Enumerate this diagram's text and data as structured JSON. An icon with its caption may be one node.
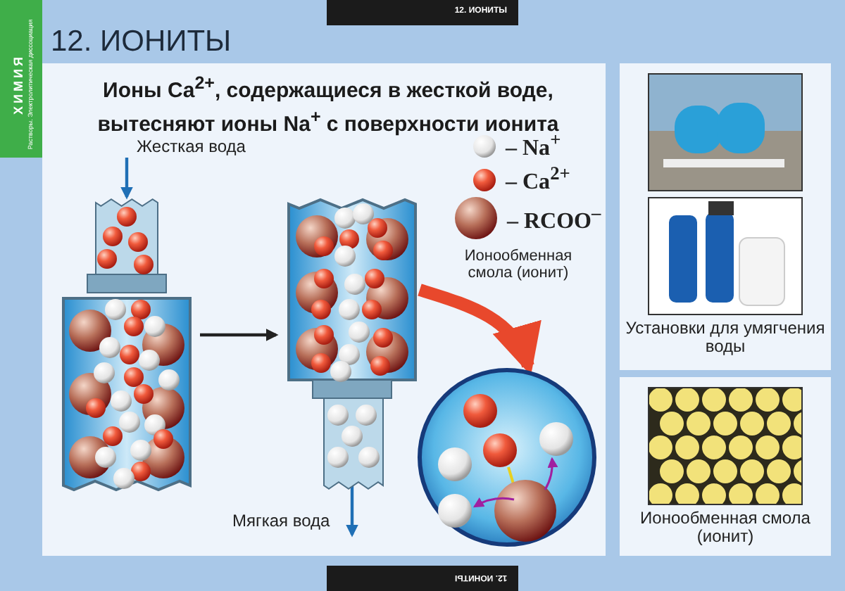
{
  "diagram": {
    "title": "12. ИОНИТЫ",
    "nodes": [
      {
        "text": [
          "Жесткая вода"
        ]
      },
      {
        "text": [],
        "shape": "picture"
      },
      {
        "text": [],
        "shape": "picture"
      },
      {
        "text": [],
        "shape": "picture"
      },
      {
        "text": [
          "Мягкая вода"
        ]
      }
    ],
    "edges": [
      {
        "from": 0,
        "to": 1,
        "arrow": "to"
      },
      {
        "from": 1,
        "to": 2,
        "arrow": "to",
        "color": "#222222"
      },
      {
        "from": 2,
        "to": 3,
        "arrow": "to",
        "style": "thick",
        "color": "#e8482c"
      },
      {
        "from": 2,
        "to": 4,
        "arrow": "to"
      }
    ],
    "labels": [
      "12. ИОНИТЫ",
      "ХИМИЯ",
      "Растворы. Электролитическая диссоциация",
      "Ионы Ca$^{2+}$, содержащиеся в жесткой воде, вытесняют ионы Na$^{+}$ с поверхности ионита",
      "Ионообменная смола (ионит)",
      "Установки для умягчения воды",
      "Ионообменная смола (ионит)",
      "12. ИОНИТЫ"
    ],
    "legend": [
      {
        "text": "– Na$^{+}$"
      },
      {
        "text": "– Ca$^{2+}$"
      },
      {
        "text": "– RCOO$^{–}$"
      }
    ]
  }
}
